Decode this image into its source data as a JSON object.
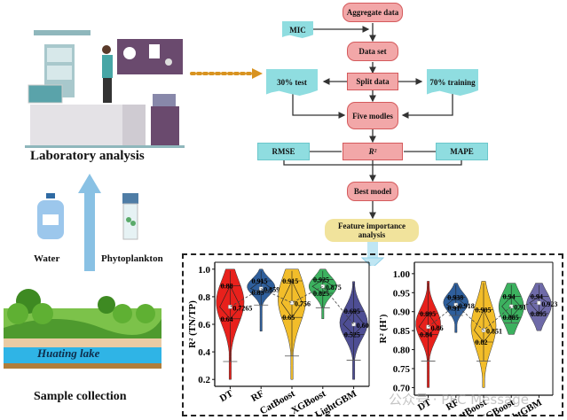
{
  "left_panel": {
    "lab_label": "Laboratory analysis",
    "water_label": "Water",
    "phyto_label": "Phytoplankton",
    "lake_label": "Huating lake",
    "sample_label": "Sample collection"
  },
  "flowchart": {
    "aggregate": "Aggregate data",
    "mic": "MIC",
    "dataset": "Data set",
    "split": "Split  data",
    "test": "30% test",
    "training": "70% training",
    "models": "Five modles",
    "rmse": "RMSE",
    "r2": "R²",
    "mape": "MAPE",
    "best": "Best model",
    "feature": "Feature importance analysis"
  },
  "watermark": "公众号 · PFC Message",
  "chart_data": [
    {
      "type": "violin",
      "ylabel": "R² (TN/TP)",
      "ylim": [
        0.15,
        1.05
      ],
      "yticks": [
        "0.2",
        "0.4",
        "0.6",
        "0.8",
        "1.0"
      ],
      "ytick_values": [
        0.2,
        0.4,
        0.6,
        0.8,
        1.0
      ],
      "categories": [
        "DT",
        "RF",
        "CatBoost",
        "XGBoost",
        "LightGBM"
      ],
      "colors": [
        "#e8211c",
        "#2f5f9c",
        "#f2bd2a",
        "#3cb15f",
        "#4e4e94"
      ],
      "ranges": [
        [
          0.2,
          1.0
        ],
        [
          0.55,
          1.0
        ],
        [
          0.2,
          1.0
        ],
        [
          0.64,
          1.0
        ],
        [
          0.2,
          0.91
        ]
      ],
      "q3": [
        0.88,
        0.915,
        0.915,
        0.925,
        0.695
      ],
      "q1": [
        0.64,
        0.83,
        0.65,
        0.825,
        0.525
      ],
      "mean": [
        0.7265,
        0.859,
        0.756,
        0.875,
        0.6
      ],
      "labels_q3": [
        "0.88",
        "0.915",
        "0.915",
        "0.925",
        "0.695"
      ],
      "labels_q1": [
        "0.64",
        "0.83",
        "0.65",
        "0.825",
        "0.525"
      ],
      "labels_mean": [
        "0.7265",
        "0.859",
        "0.756",
        "0.875",
        "0.60"
      ],
      "whisker_low": [
        0.33,
        0.74,
        0.37,
        0.72,
        0.34
      ]
    },
    {
      "type": "violin",
      "ylabel": "R² (H')",
      "ylim": [
        0.68,
        1.03
      ],
      "yticks": [
        "0.70",
        "0.75",
        "0.80",
        "0.85",
        "0.90",
        "0.95",
        "1.00"
      ],
      "ytick_values": [
        0.7,
        0.75,
        0.8,
        0.85,
        0.9,
        0.95,
        1.0
      ],
      "categories": [
        "DT",
        "RF",
        "CatBoost",
        "XGBoost",
        "LightGBM"
      ],
      "colors": [
        "#e8211c",
        "#2f5f9c",
        "#f2bd2a",
        "#3cb15f",
        "#6e6aa8"
      ],
      "ranges": [
        [
          0.7,
          0.98
        ],
        [
          0.845,
          0.975
        ],
        [
          0.7,
          0.98
        ],
        [
          0.84,
          0.975
        ],
        [
          0.85,
          0.975
        ]
      ],
      "q3": [
        0.895,
        0.938,
        0.905,
        0.94,
        0.94
      ],
      "q1": [
        0.84,
        0.91,
        0.82,
        0.885,
        0.895
      ],
      "mean": [
        0.86,
        0.918,
        0.851,
        0.914,
        0.923
      ],
      "labels_q3": [
        "0.895",
        "0.938",
        "0.905",
        "0.94",
        "0.94"
      ],
      "labels_q1": [
        "0.84",
        "0.91",
        "0.82",
        "0.885",
        "0.895"
      ],
      "labels_mean": [
        "0.86",
        "0.918",
        "0.851",
        "0.914",
        "0.923"
      ],
      "whisker_low": [
        0.77,
        0.89,
        0.77,
        0.87,
        0.89
      ]
    }
  ]
}
